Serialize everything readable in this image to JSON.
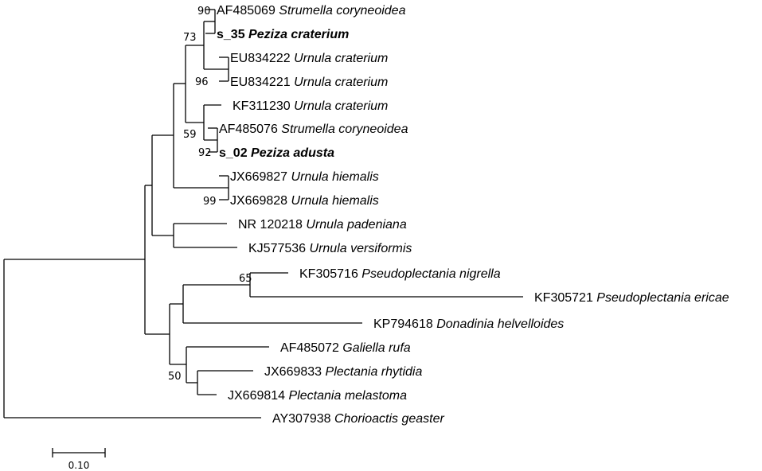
{
  "tree": {
    "leaves": [
      {
        "id": "l1",
        "accession": "AF485069",
        "species": "Strumella coryneoidea",
        "bold": false
      },
      {
        "id": "l2",
        "accession": "s_35",
        "species": "Peziza craterium",
        "bold": true
      },
      {
        "id": "l3",
        "accession": "EU834222",
        "species": "Urnula craterium",
        "bold": false
      },
      {
        "id": "l4",
        "accession": "EU834221",
        "species": "Urnula craterium",
        "bold": false
      },
      {
        "id": "l5",
        "accession": "KF311230",
        "species": "Urnula craterium",
        "bold": false
      },
      {
        "id": "l6",
        "accession": "AF485076",
        "species": "Strumella coryneoidea",
        "bold": false
      },
      {
        "id": "l7",
        "accession": "s_02",
        "species": "Peziza adusta",
        "bold": true
      },
      {
        "id": "l8",
        "accession": "JX669827",
        "species": "Urnula hiemalis",
        "bold": false
      },
      {
        "id": "l9",
        "accession": "JX669828",
        "species": "Urnula hiemalis",
        "bold": false
      },
      {
        "id": "l10",
        "accession": "NR 120218",
        "species": "Urnula padeniana",
        "bold": false
      },
      {
        "id": "l11",
        "accession": "KJ577536",
        "species": "Urnula versiformis",
        "bold": false
      },
      {
        "id": "l12",
        "accession": "KF305716",
        "species": "Pseudoplectania nigrella",
        "bold": false
      },
      {
        "id": "l13",
        "accession": "KF305721",
        "species": "Pseudoplectania ericae",
        "bold": false
      },
      {
        "id": "l14",
        "accession": "KP794618",
        "species": "Donadinia helvelloides",
        "bold": false
      },
      {
        "id": "l15",
        "accession": "AF485072",
        "species": "Galiella rufa",
        "bold": false
      },
      {
        "id": "l16",
        "accession": "JX669833",
        "species": "Plectania rhytidia",
        "bold": false
      },
      {
        "id": "l17",
        "accession": "JX669814",
        "species": "Plectania melastoma",
        "bold": false
      },
      {
        "id": "l18",
        "accession": "AY307938",
        "species": "Chorioactis geaster",
        "bold": false
      }
    ],
    "bootstrap_values": [
      "90",
      "73",
      "96",
      "59",
      "92",
      "99",
      "65",
      "50"
    ]
  },
  "scale_bar": {
    "label": "0.10"
  }
}
